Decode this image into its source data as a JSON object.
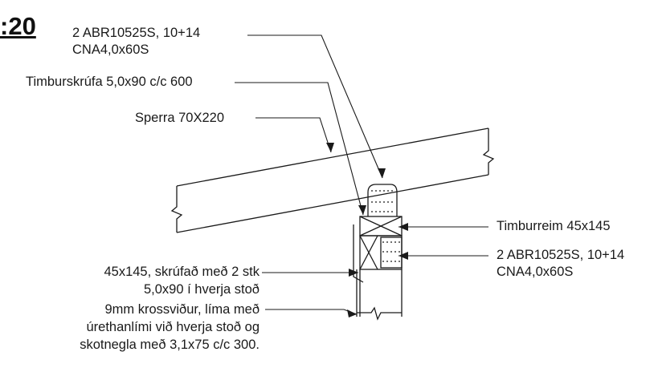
{
  "scale_label": ":20",
  "labels": {
    "bracket_top_l1": "2 ABR10525S, 10+14",
    "bracket_top_l2": "CNA4,0x60S",
    "screw": "Timburskrúfa 5,0x90 c/c 600",
    "rafter": "Sperra 70X220",
    "plate": "Timburreim 45x145",
    "bracket_bottom_l1": "2 ABR10525S, 10+14",
    "bracket_bottom_l2": "CNA4,0x60S",
    "stud_l1": "45x145, skrúfað með 2 stk",
    "stud_l2": "5,0x90 í hverja stoð",
    "ply_l1": "9mm krossviður, líma með",
    "ply_l2": "úrethanlími við hverja stoð og",
    "ply_l3": "skotnegla með 3,1x75 c/c 300."
  },
  "colors": {
    "ink": "#1a1a1a",
    "paper": "#ffffff"
  }
}
